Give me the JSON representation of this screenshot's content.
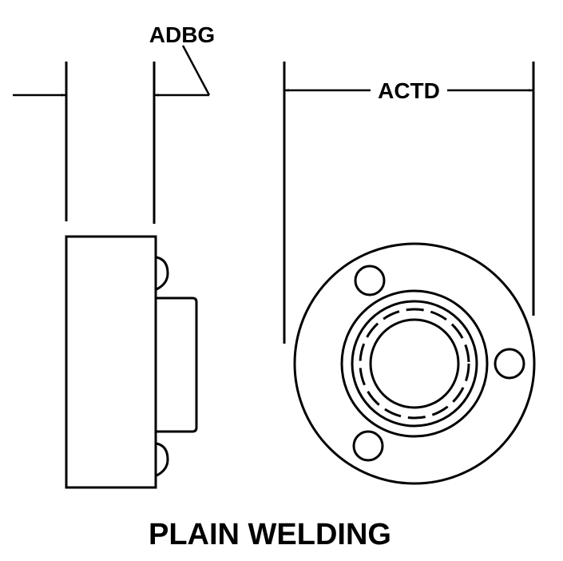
{
  "diagram": {
    "type": "technical-drawing",
    "subject": "flange",
    "views": [
      "side-view",
      "front-view"
    ],
    "dimension_labels": {
      "thickness": "ADBG",
      "diameter": "ACTD"
    },
    "caption": "PLAIN WELDING",
    "front_view": {
      "bolt_hole_count": 3,
      "hidden_line_circle": true
    },
    "colors": {
      "line": "#000000",
      "background": "#ffffff"
    }
  }
}
